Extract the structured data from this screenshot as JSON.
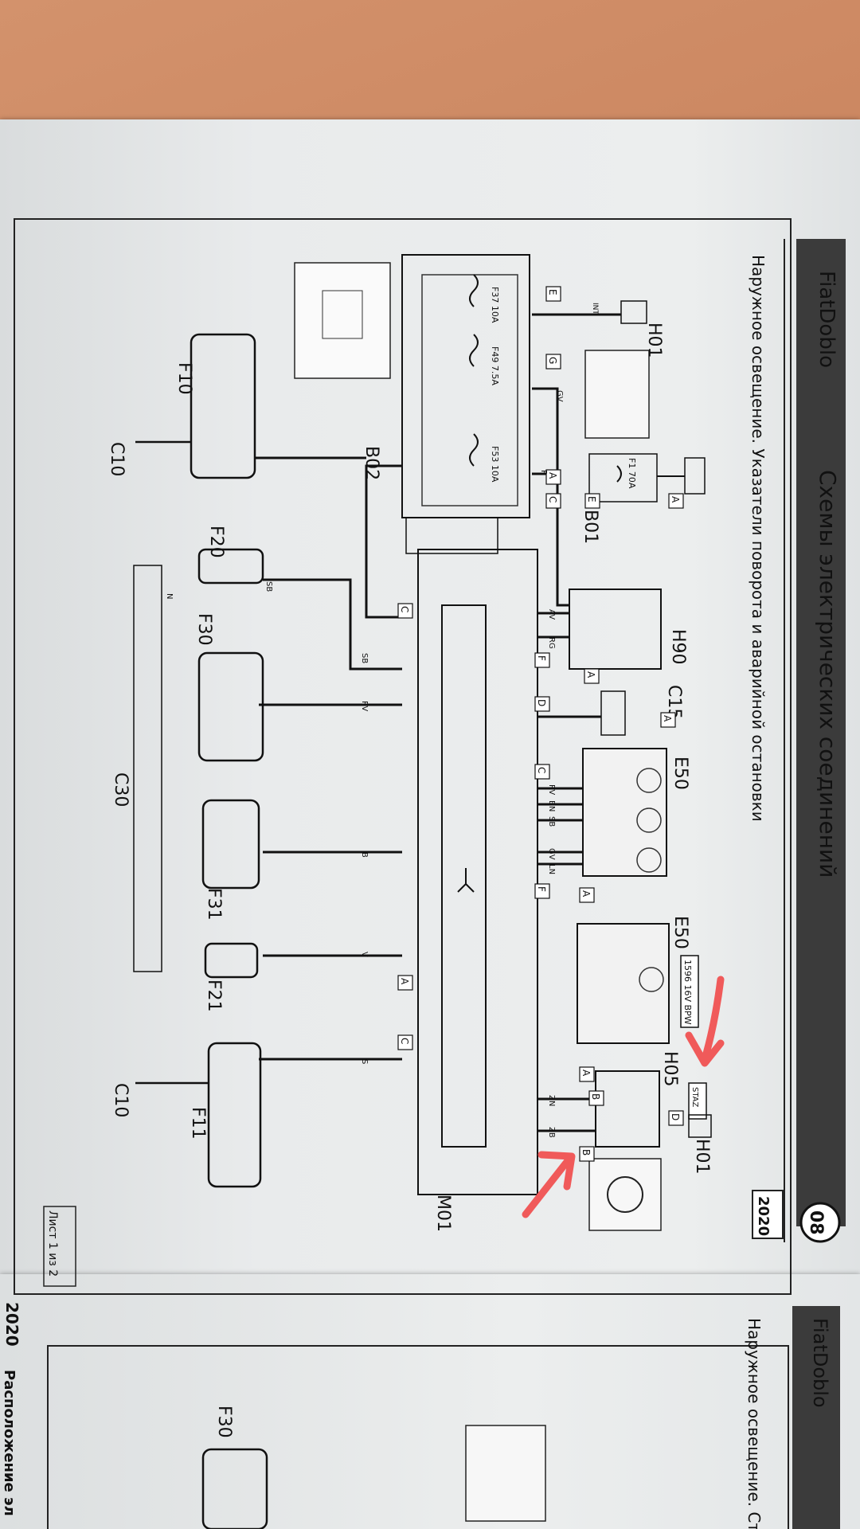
{
  "header": {
    "brand": "FiatDoblo",
    "section_title": "Схемы электрических соединений",
    "page_number": "08"
  },
  "diagram": {
    "title": "Наружное освещение. Указатели поворота и аварийной остановки",
    "code": "2020",
    "sheet_label": "Лист 1 из 2",
    "footer_code": "2020"
  },
  "components": {
    "H01_top": "H01",
    "B01": "B01",
    "B02": "B02",
    "F10": "F10",
    "C10_top": "C10",
    "F20": "F20",
    "F30": "F30",
    "C30": "C30",
    "F31": "F31",
    "F21": "F21",
    "C10_bottom": "C10",
    "F11": "F11",
    "M01": "M01",
    "H90": "H90",
    "C15": "C15",
    "E50_a": "E50",
    "E50_b": "E50",
    "H05": "H05",
    "H01_bottom": "H01"
  },
  "fuses": {
    "F37": "F37 10A",
    "F49": "F49 7.5A",
    "F53": "F53 10A",
    "F1": "F1 70A"
  },
  "badges": {
    "int_label": "INT",
    "variant_label": "1596 16V BPW",
    "stz_label": "STAZ"
  },
  "connector_letters": [
    "E",
    "G",
    "A",
    "C",
    "E",
    "A",
    "A",
    "A",
    "C",
    "D",
    "F",
    "A",
    "F",
    "A",
    "A",
    "C",
    "C",
    "B",
    "D",
    "B"
  ],
  "wire_codes": [
    "GV",
    "R",
    "AV",
    "RG",
    "SB",
    "SB",
    "RV",
    "B",
    "V",
    "S",
    "ZN",
    "ZB",
    "GV",
    "LN",
    "RV",
    "BN",
    "SB",
    "N"
  ],
  "lower_page": {
    "brand": "FiatDoblo",
    "title": "Наружное освещение. Сто",
    "component": "F30",
    "side_text": "Расположение эл"
  }
}
